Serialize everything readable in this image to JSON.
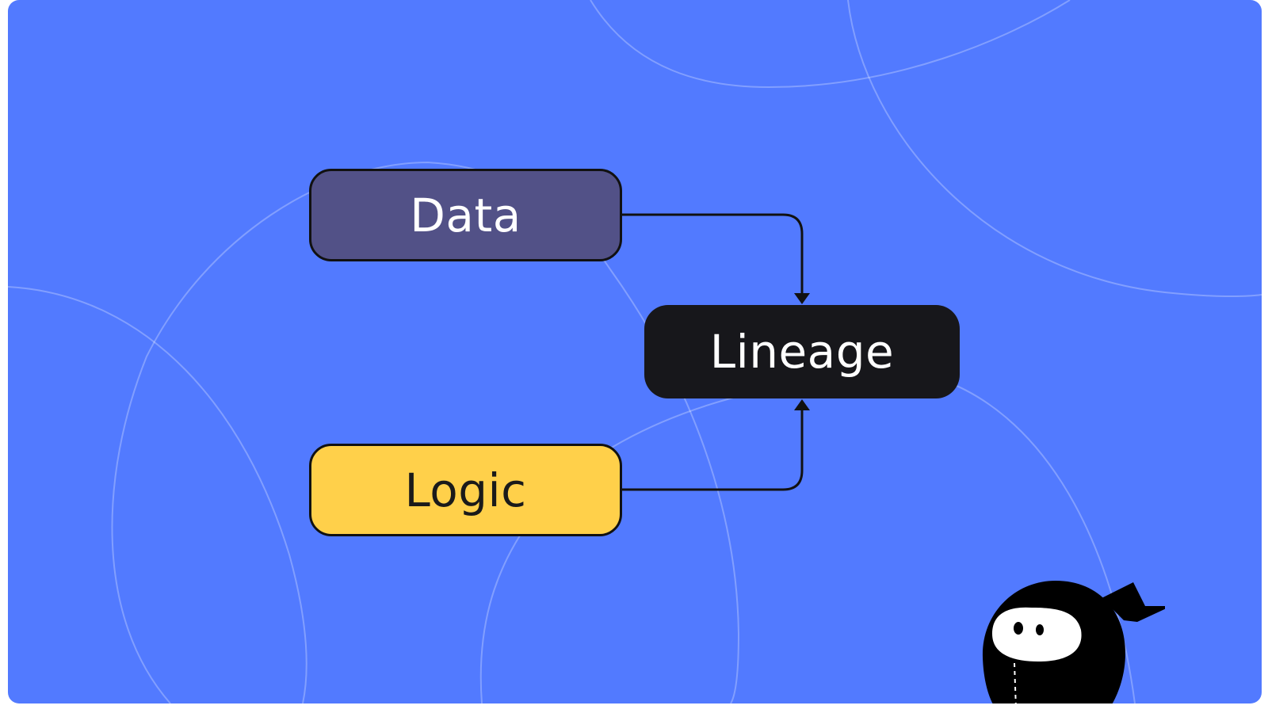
{
  "colors": {
    "background": "#527aff",
    "data_node": "#525187",
    "logic_node": "#ffd04a",
    "lineage_node": "#17171b",
    "line": "#111111"
  },
  "diagram": {
    "nodes": {
      "data": {
        "label": "Data"
      },
      "logic": {
        "label": "Logic"
      },
      "lineage": {
        "label": "Lineage"
      }
    },
    "edges": [
      {
        "from": "data",
        "to": "lineage"
      },
      {
        "from": "logic",
        "to": "lineage"
      }
    ]
  },
  "mascot": {
    "icon": "ninja-mascot-icon"
  }
}
